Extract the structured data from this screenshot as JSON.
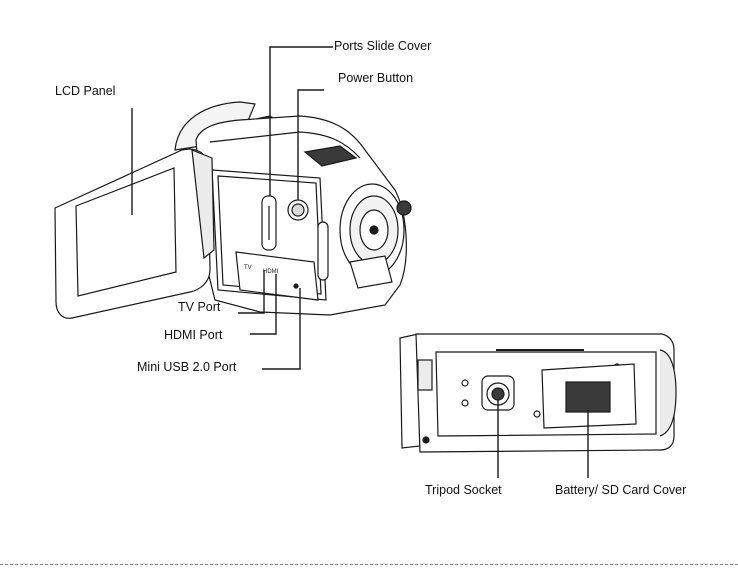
{
  "labels": {
    "lcd_panel": "LCD Panel",
    "ports_slide_cover": "Ports Slide Cover",
    "power_button": "Power Button",
    "tv_port": "TV Port",
    "hdmi_port": "HDMI Port",
    "mini_usb_port": "Mini USB 2.0 Port",
    "tripod_socket": "Tripod Socket",
    "battery_sd_cover": "Battery/ SD Card Cover"
  },
  "port_markings": {
    "tv": "TV",
    "hdmi": "HDMI"
  },
  "colors": {
    "line": "#1a1a1a",
    "fill": "#ffffff",
    "shade": "#d9d9d9",
    "dark": "#3a3a3a"
  }
}
